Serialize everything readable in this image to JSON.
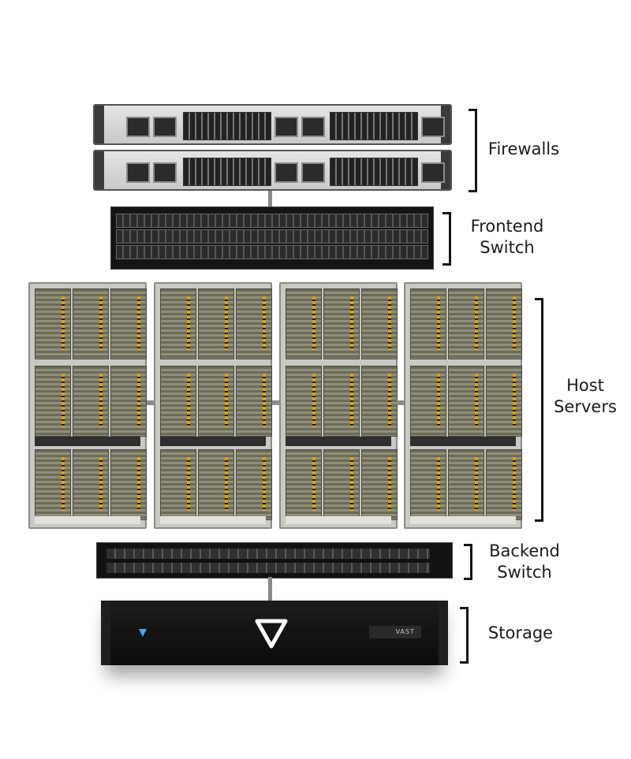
{
  "labels": {
    "firewalls": "Firewalls",
    "frontend_line1": "Frontend",
    "frontend_line2": "Switch",
    "host_line1": "Host",
    "host_line2": "Servers",
    "backend_line1": "Backend",
    "backend_line2": "Switch",
    "storage": "Storage"
  },
  "storage_badge": "VAST",
  "colors": {
    "bracket": "#151515",
    "text": "#1b1b1b",
    "server_accent": "#e0a400",
    "storage_logo": "#ffffff",
    "storage_led": "#3fa9ff"
  },
  "icons": {
    "storage_logo": "vast-logo-icon",
    "storage_led": "status-led-icon"
  }
}
